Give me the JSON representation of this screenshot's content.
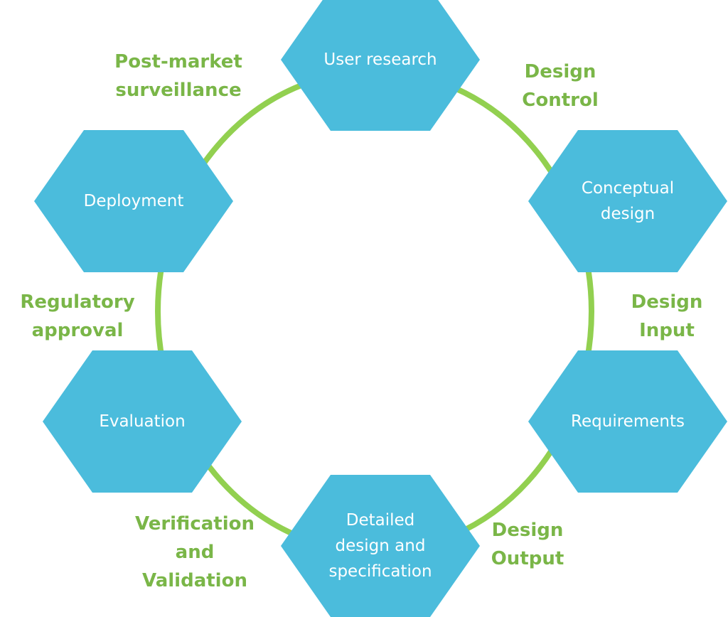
{
  "colors": {
    "hexagon": "#4bbcdc",
    "ring": "#92d050",
    "phase_text": "#7ab648",
    "hex_text": "#ffffff"
  },
  "stages": [
    {
      "id": "user-research",
      "label": "User research"
    },
    {
      "id": "conceptual-design",
      "label": "Conceptual\ndesign"
    },
    {
      "id": "requirements",
      "label": "Requirements"
    },
    {
      "id": "detailed-design",
      "label": "Detailed\ndesign and\nspecification"
    },
    {
      "id": "evaluation",
      "label": "Evaluation"
    },
    {
      "id": "deployment",
      "label": "Deployment"
    }
  ],
  "phases": [
    {
      "id": "design-control",
      "label": "Design\nControl"
    },
    {
      "id": "design-input",
      "label": "Design\nInput"
    },
    {
      "id": "design-output",
      "label": "Design\nOutput"
    },
    {
      "id": "verification-validation",
      "label": "Verification\nand\nValidation"
    },
    {
      "id": "regulatory-approval",
      "label": "Regulatory\napproval"
    },
    {
      "id": "post-market-surveillance",
      "label": "Post-market\nsurveillance"
    }
  ]
}
